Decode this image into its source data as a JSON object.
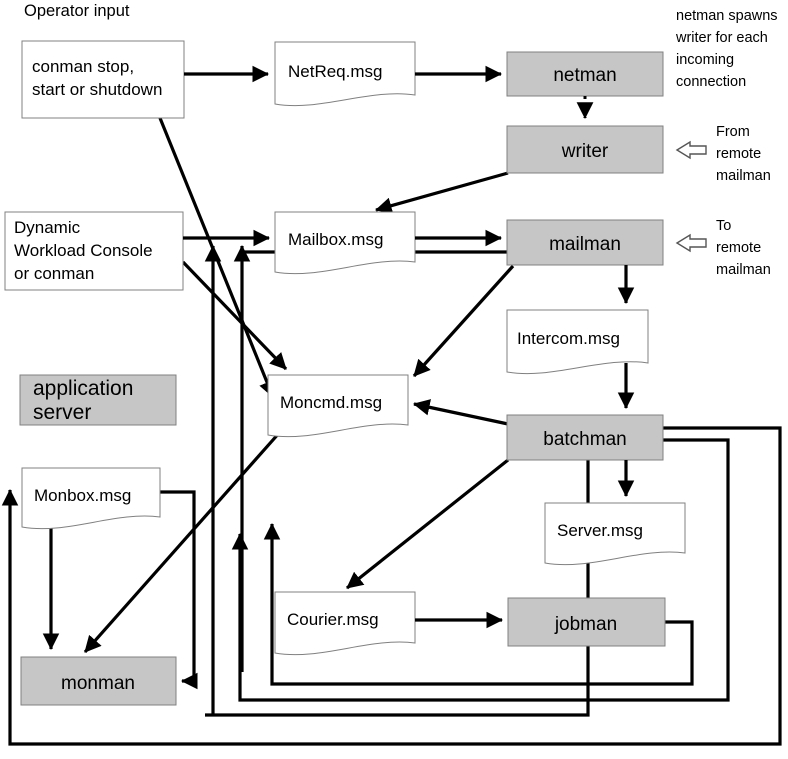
{
  "diagram": {
    "title": "Operator input",
    "app_server_label_line1": "application",
    "app_server_label_line2": "server",
    "nodes": {
      "conman_cmd_line1": "conman stop,",
      "conman_cmd_line2": "start or shutdown",
      "netreq": "NetReq.msg",
      "netman": "netman",
      "writer": "writer",
      "dwc_line1": "Dynamic",
      "dwc_line2": "Workload Console",
      "dwc_line3": "or conman",
      "mailbox": "Mailbox.msg",
      "mailman": "mailman",
      "intercom": "Intercom.msg",
      "moncmd": "Moncmd.msg",
      "batchman": "batchman",
      "monbox": "Monbox.msg",
      "server": "Server.msg",
      "courier": "Courier.msg",
      "jobman": "jobman",
      "monman": "monman"
    },
    "notes": {
      "netman_spawns_l1": "netman spawns",
      "netman_spawns_l2": "writer for each",
      "netman_spawns_l3": "incoming",
      "netman_spawns_l4": "connection",
      "from_remote_l1": "From",
      "from_remote_l2": "remote",
      "from_remote_l3": "mailman",
      "to_remote_l1": "To",
      "to_remote_l2": "remote",
      "to_remote_l3": "mailman"
    },
    "colors": {
      "process_fill": "#c6c6c6",
      "document_fill": "#ffffff",
      "line": "#000000",
      "box_stroke": "#808080"
    }
  }
}
